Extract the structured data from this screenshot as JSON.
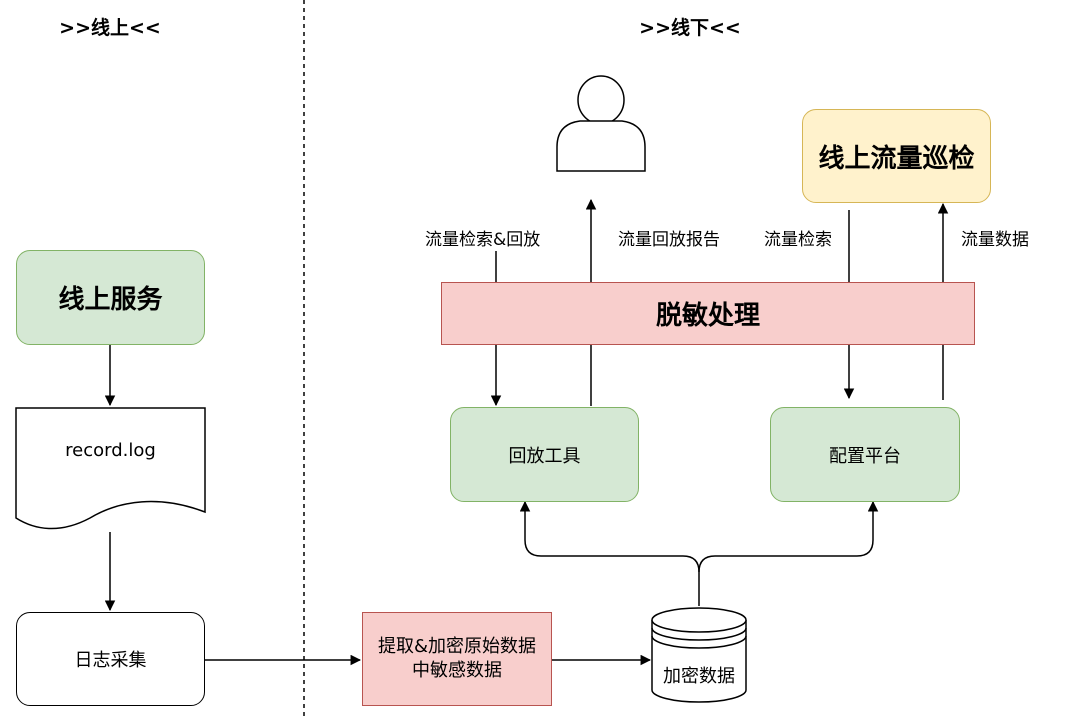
{
  "headings": {
    "online": ">>线上<<",
    "offline": ">>线下<<"
  },
  "nodes": {
    "online_service": "线上服务",
    "record_log": "record.log",
    "log_collect": "日志采集",
    "extract_encrypt": "提取&加密原始数据中敏感数据",
    "encrypted_data": "加密数据",
    "replay_tool": "回放工具",
    "config_platform": "配置平台",
    "desensitize": "脱敏处理",
    "online_traffic_inspection": "线上流量巡检"
  },
  "labels": {
    "traffic_search_replay": "流量检索&回放",
    "traffic_replay_report": "流量回放报告",
    "traffic_search": "流量检索",
    "traffic_data": "流量数据"
  },
  "icons": {
    "user": "user-icon",
    "database": "database-icon",
    "document": "document-icon"
  },
  "colors": {
    "green_fill": "#d5e8d4",
    "green_stroke": "#82b366",
    "pink_fill": "#f8cecc",
    "pink_stroke": "#b85450",
    "yellow_fill": "#fff2cc",
    "yellow_stroke": "#d6b656"
  }
}
